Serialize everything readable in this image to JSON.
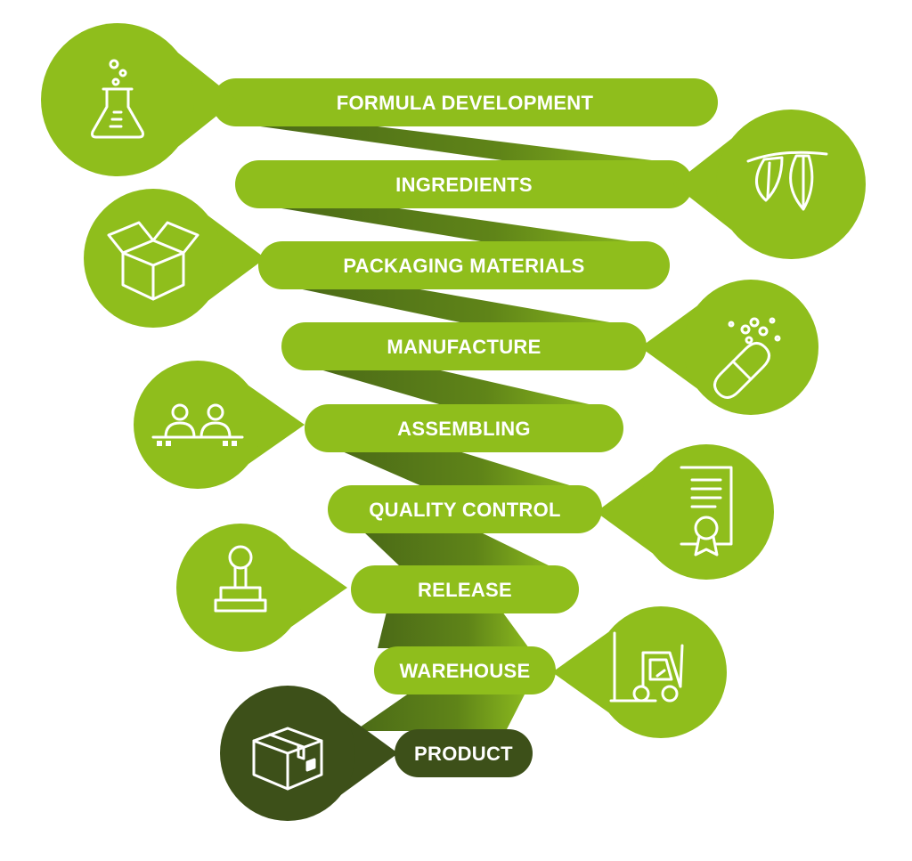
{
  "colors": {
    "green": "#8fbe1c",
    "green_dark_band": "#4f6f1a",
    "green_light_band": "#86b51d",
    "product": "#3d5019",
    "text": "#ffffff",
    "icon_stroke": "#ffffff"
  },
  "steps": [
    {
      "label": "FORMULA DEVELOPMENT",
      "icon": "flask-icon",
      "side": "left"
    },
    {
      "label": "INGREDIENTS",
      "icon": "leaves-icon",
      "side": "right"
    },
    {
      "label": "PACKAGING MATERIALS",
      "icon": "open-box-icon",
      "side": "left"
    },
    {
      "label": "MANUFACTURE",
      "icon": "capsule-icon",
      "side": "right"
    },
    {
      "label": "ASSEMBLING",
      "icon": "workers-icon",
      "side": "left"
    },
    {
      "label": "QUALITY CONTROL",
      "icon": "certificate-icon",
      "side": "right"
    },
    {
      "label": "RELEASE",
      "icon": "stamp-icon",
      "side": "left"
    },
    {
      "label": "WAREHOUSE",
      "icon": "forklift-icon",
      "side": "right"
    },
    {
      "label": "PRODUCT",
      "icon": "package-icon",
      "side": "left"
    }
  ]
}
